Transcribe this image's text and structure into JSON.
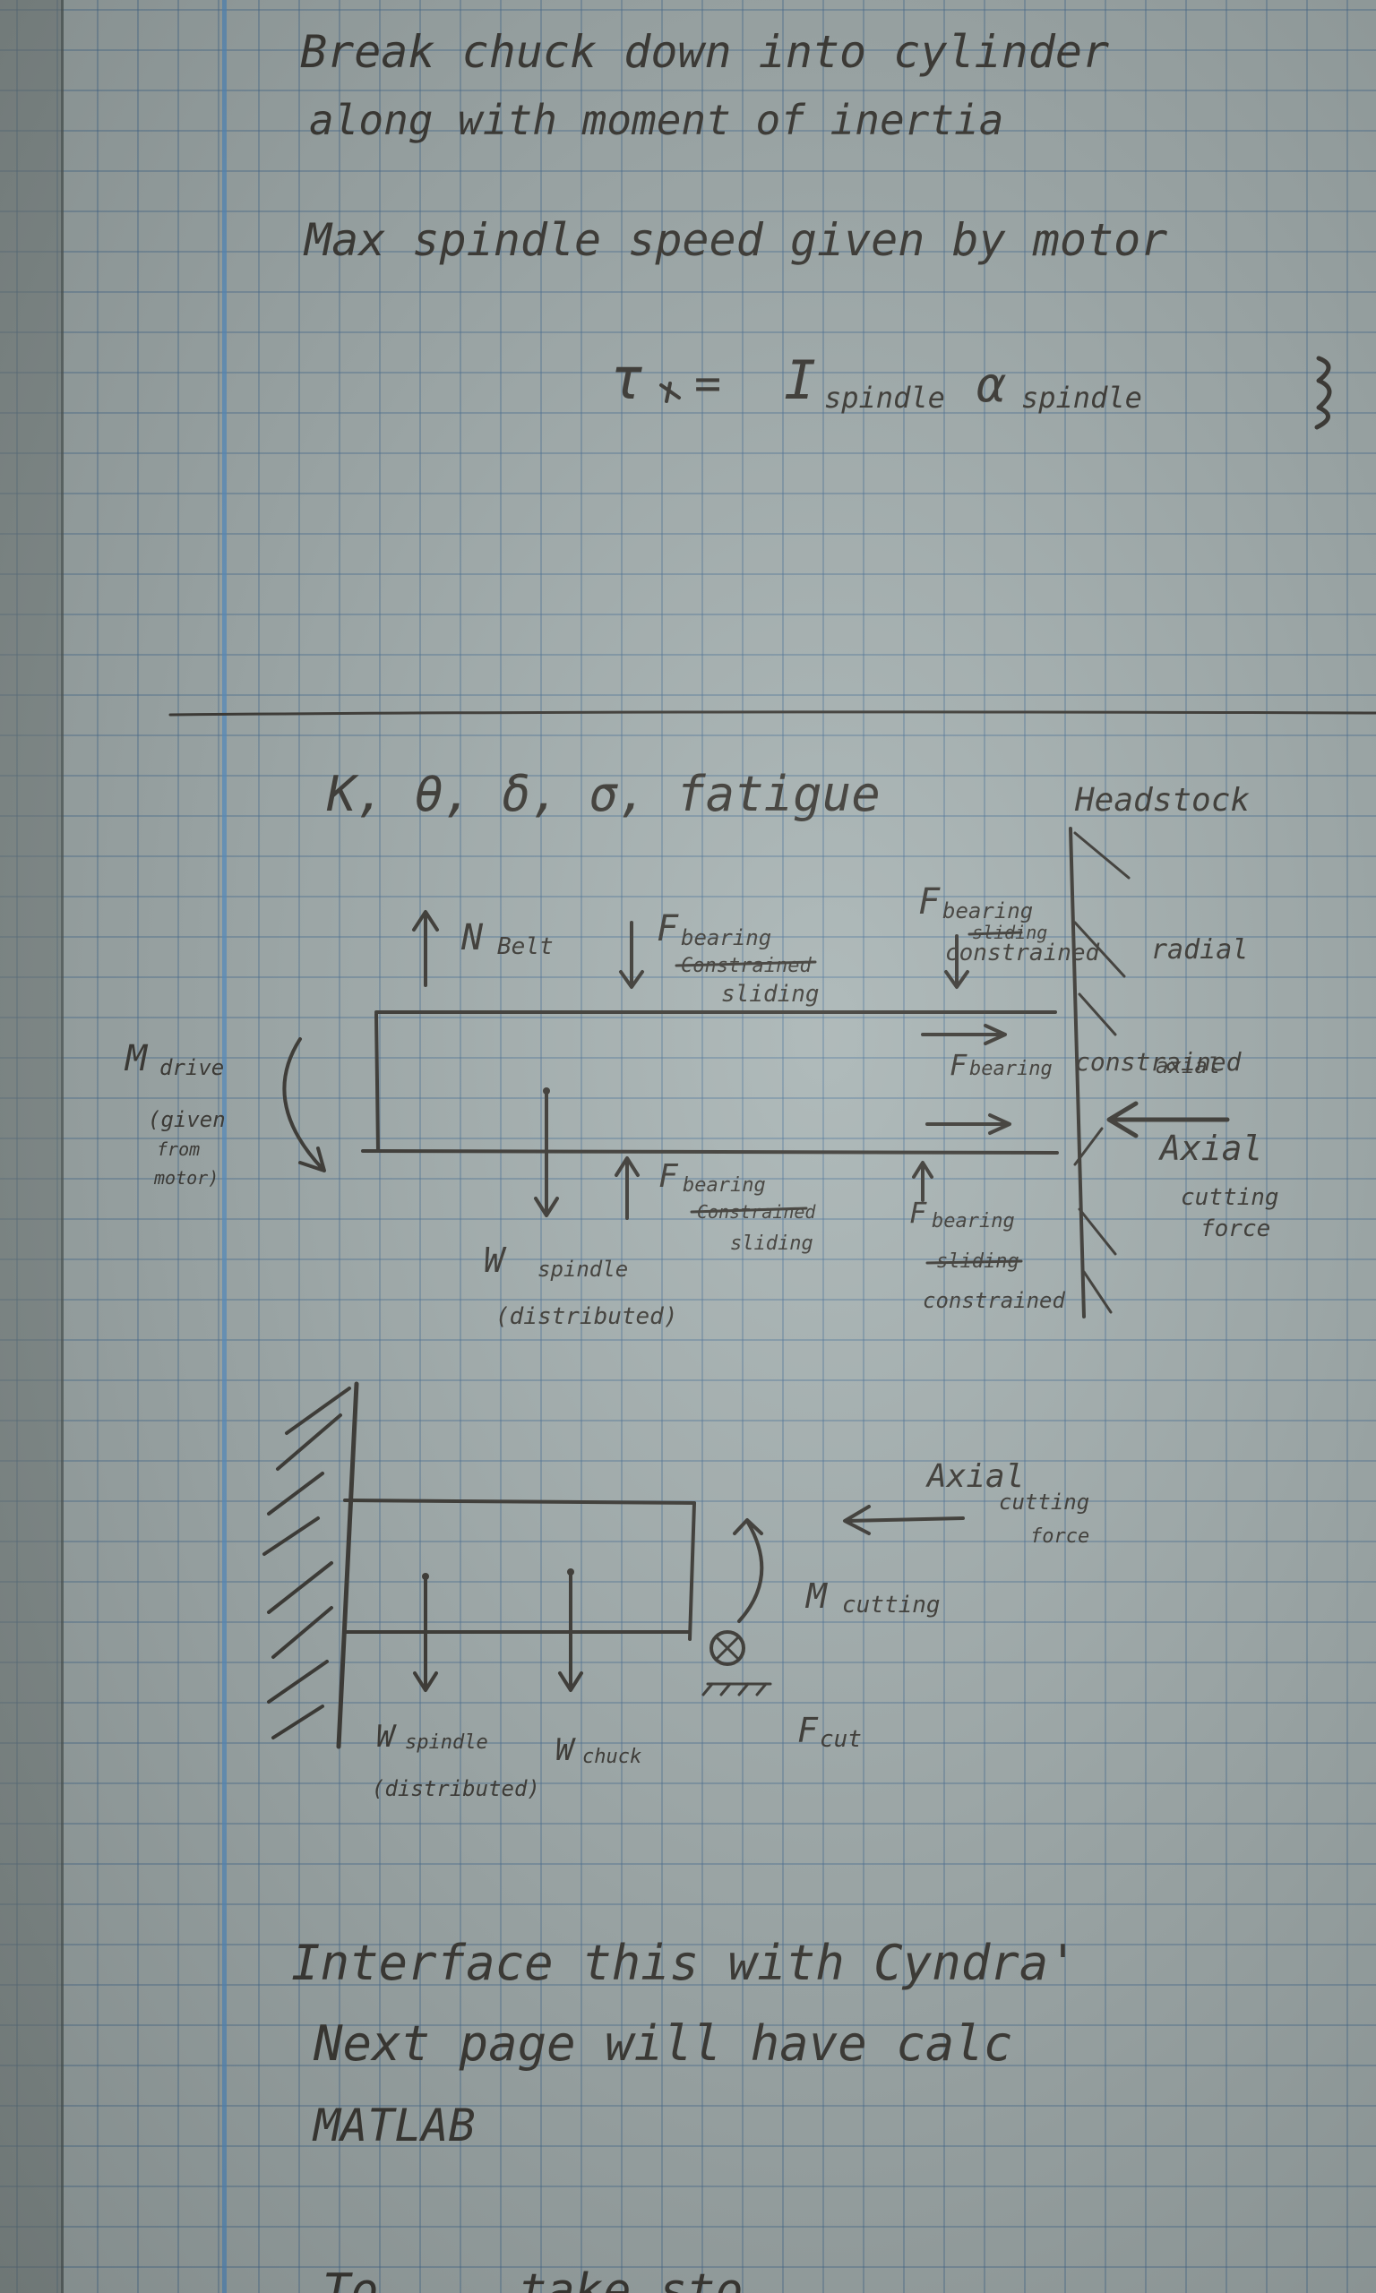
{
  "notes": {
    "line1": "Break chuck down into cylinder",
    "line2": "along with moment of inertia",
    "line3": "Max spindle speed given by motor",
    "equation": {
      "torque": "τ",
      "equals": "=",
      "inertia": "I",
      "inertia_sub": "spindle",
      "alpha": "α",
      "alpha_sub": "spindle"
    },
    "params": "K, θ, δ, σ, fatigue",
    "bottom1": "Interface this with Cyndra'",
    "bottom2": "Next page will have calc",
    "bottom3": "MATLAB",
    "bottom4": "To ... take sto"
  },
  "diagram1": {
    "headstock": "Headstock",
    "n_belt": "N",
    "n_belt_sub": "Belt",
    "f_bearing_top": "F",
    "f_bearing_top_sub": "bearing",
    "f_bearing_top_struck": "Constrained",
    "f_bearing_top_note": "sliding",
    "f_bearing_right": "F",
    "f_bearing_right_sub": "bearing",
    "f_bearing_right_struck": "sliding",
    "f_bearing_right_note": "constrained",
    "radial": "radial",
    "f_bearing_axial": "F",
    "f_bearing_axial_sub": "bearing",
    "axial_note1": "constrained",
    "axial_note2": "axial",
    "m_drive": "M",
    "m_drive_sub": "drive",
    "m_drive_note1": "(given",
    "m_drive_note2": "from",
    "m_drive_note3": "motor)",
    "axial_cutting_1": "Axial",
    "axial_cutting_2": "cutting",
    "axial_cutting_3": "force",
    "w_spindle": "W",
    "w_spindle_sub": "spindle",
    "w_spindle_note": "(distributed)",
    "f_bearing_bot": "F",
    "f_bearing_bot_sub": "bearing",
    "f_bearing_bot_struck": "Constrained",
    "f_bearing_bot_note": "sliding",
    "f_bearing_br": "F",
    "f_bearing_br_sub": "bearing",
    "f_bearing_br_struck": "sliding",
    "f_bearing_br_note": "constrained"
  },
  "diagram2": {
    "axial_1": "Axial",
    "axial_2": "cutting",
    "axial_3": "force",
    "m_cutting": "M",
    "m_cutting_sub": "cutting",
    "w_spindle": "W",
    "w_spindle_sub": "spindle",
    "w_spindle_note": "(distributed)",
    "w_chuck": "W",
    "w_chuck_sub": "chuck",
    "f_cut": "F",
    "f_cut_sub": "cut"
  }
}
